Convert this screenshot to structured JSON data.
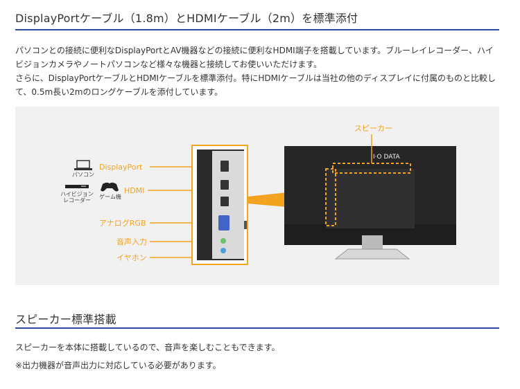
{
  "section1": {
    "title": "DisplayPortケーブル（1.8m）とHDMIケーブル（2m）を標準添付",
    "para1": "パソコンとの接続に便利なDisplayPortとAV機器などの接続に便利なHDMI端子を搭載しています。ブルーレイレコーダー、ハイビジョンカメラやノートパソコンなど様々な機器と接続してお使いいただけます。",
    "para2": "さらに、DisplayPortケーブルとHDMIケーブルを標準添付。特にHDMIケーブルは当社の他のディスプレイに付属のものと比較して、0.5m長い2mのロングケーブルを添付しています。"
  },
  "figure": {
    "devices": {
      "pc": "パソコン",
      "recorder": "ハイビジョン\nレコーダー",
      "game": "ゲーム機"
    },
    "ports": {
      "displayport": "DisplayPort",
      "hdmi": "HDMI",
      "rgb": "アナログRGB",
      "audio_in": "音声入力",
      "earphone": "イヤホン"
    },
    "speaker_label": "スピーカー",
    "brand": "I·O DATA",
    "accent_color": "#f2a31f"
  },
  "section2": {
    "title": "スピーカー標準搭載",
    "para1": "スピーカーを本体に搭載しているので、音声を楽しむこともできます。",
    "para2": "※出力機器が音声出力に対応している必要があります。"
  },
  "colors": {
    "rule": "#2b4a9a",
    "figure_bg": "#f1f1f1"
  }
}
